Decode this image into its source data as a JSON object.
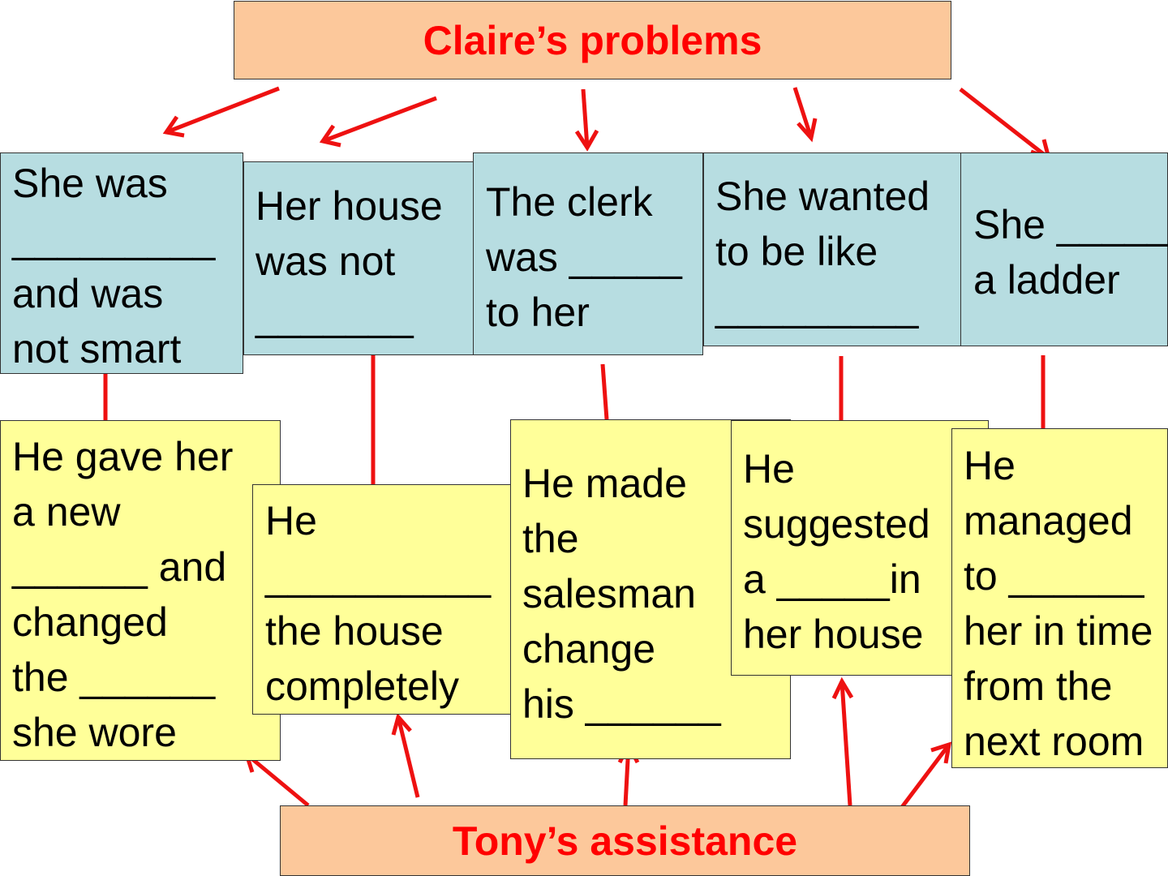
{
  "header": {
    "title": "Claire’s problems"
  },
  "footer": {
    "title": "Tony’s assistance"
  },
  "problems": [
    {
      "lines": [
        "She was",
        "_________",
        "and was",
        "not smart"
      ]
    },
    {
      "lines": [
        "Her house",
        "was not",
        "_______"
      ]
    },
    {
      "lines": [
        "The clerk",
        "was _____",
        "to her"
      ]
    },
    {
      "lines": [
        "She wanted",
        "to be like",
        "_________"
      ]
    },
    {
      "lines": [
        "She _____",
        "a ladder"
      ]
    }
  ],
  "assistance": [
    {
      "lines": [
        "He gave her",
        "a new",
        "______ and",
        "changed",
        "the ______",
        "she wore"
      ]
    },
    {
      "lines": [
        "He",
        "__________",
        "the house",
        "completely"
      ]
    },
    {
      "lines": [
        "He made",
        "the",
        "salesman",
        "change",
        "his ______"
      ]
    },
    {
      "lines": [
        "He",
        "suggested",
        "a _____in",
        "her house"
      ]
    },
    {
      "lines": [
        "He",
        "managed",
        "to ______",
        "her in time",
        "from the",
        "next room"
      ]
    }
  ],
  "colors": {
    "title_bg": "#fcc89b",
    "title_text": "#ff0000",
    "problem_bg": "#b7dde1",
    "help_bg": "#ffff99",
    "arrow": "#ee1111"
  }
}
